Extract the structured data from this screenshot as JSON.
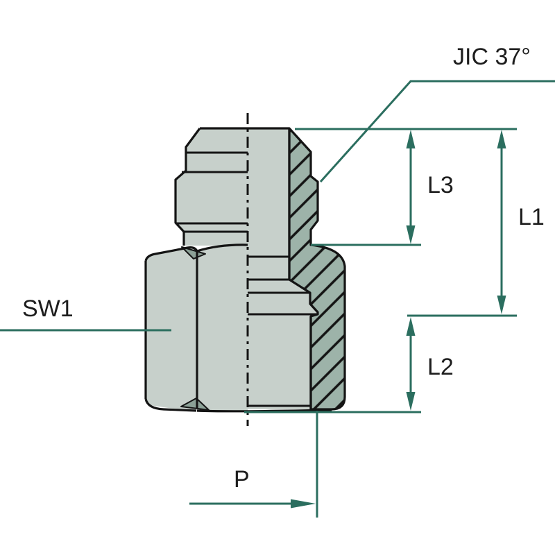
{
  "diagram": {
    "type": "technical-drawing",
    "subject": "hydraulic adapter fitting, half-section view",
    "thread_label": "JIC 37°",
    "labels": {
      "sw1": "SW1",
      "l1": "L1",
      "l2": "L2",
      "l3": "L3",
      "p": "P"
    },
    "colors": {
      "bg": "#ffffff",
      "body": "#c7d0cb",
      "section": "#9db3a9",
      "chamfer": "#8ca197",
      "outline": "#141414",
      "dimension": "#2b6e5f",
      "text": "#1d1d1d"
    }
  }
}
